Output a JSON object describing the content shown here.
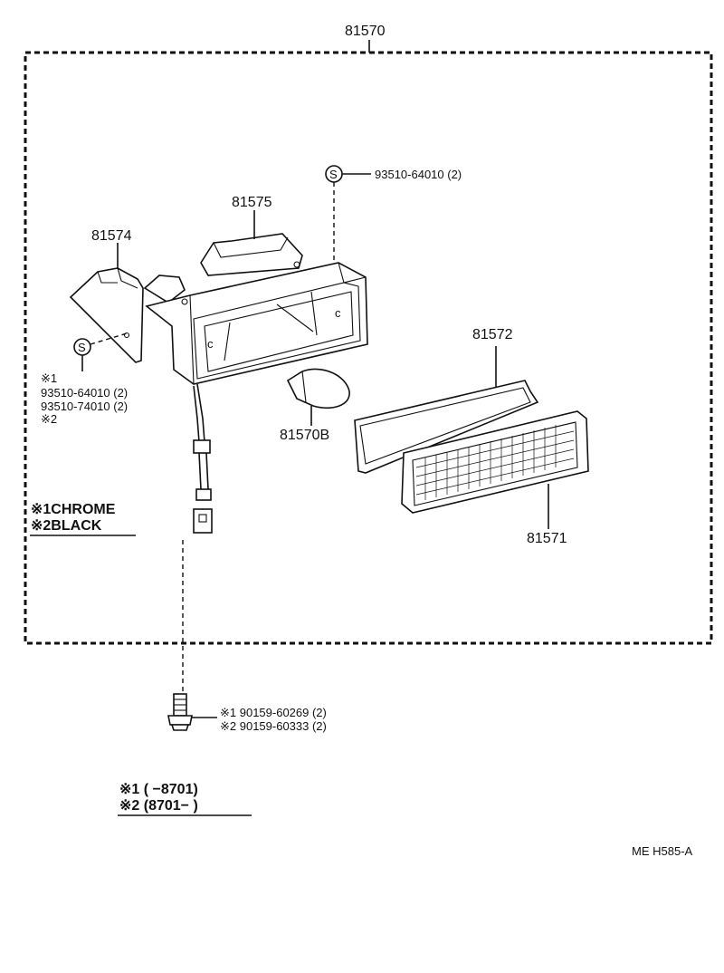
{
  "assembly_number": "81570",
  "parts": {
    "housing": "81575",
    "bracket": "81574",
    "gasket": "81572",
    "lens": "81571",
    "bulb": "81570B"
  },
  "screw_top": {
    "symbol": "S",
    "text": "93510-64010 (2)"
  },
  "screw_left": {
    "symbol": "S",
    "mark1": "※1",
    "part1": "93510-64010 (2)",
    "part2": "93510-74010 (2)",
    "mark2": "※2"
  },
  "finish_legend": {
    "line1": "※1CHROME",
    "line2": "※2BLACK"
  },
  "bolt": {
    "line1": "※1 90159-60269 (2)",
    "line2": "※2 90159-60333 (2)"
  },
  "date_legend": {
    "line1": "※1 (      −8701)",
    "line2": "※2 (8701−        )"
  },
  "diagram_code": "ME  H585-A",
  "icons": {
    "screw": "screw-s-symbol-icon",
    "bolt": "flange-bolt-icon"
  }
}
